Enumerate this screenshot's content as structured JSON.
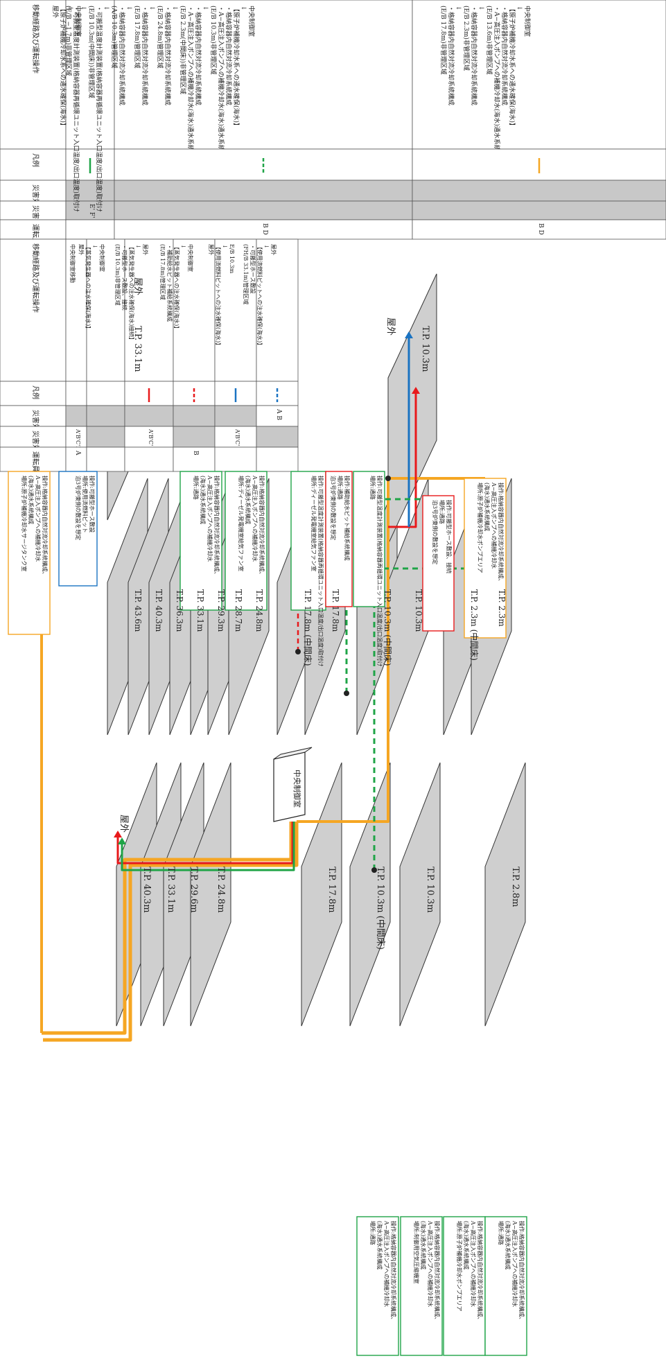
{
  "colors": {
    "red": "#e8191b",
    "green": "#1fa447",
    "blue": "#1a73c2",
    "orange": "#f5a623",
    "floor_fill": "#cfcfcf",
    "table_gray": "#c8c8c8"
  },
  "table_top_headers": {
    "ops": "移動経路及び運転操作",
    "legend": "凡例",
    "support": "災害対策要員(支援)",
    "staff": "災害対策要員",
    "operator": "運転員"
  },
  "table_top_rows": [
    {
      "ops": "中央制御室\n↓\n【原子炉補機冷却水系への通水確保(海水)】\n屋外",
      "staff": "E'\nF'\nG'",
      "operator": "",
      "arrow": "green"
    },
    {
      "ops": "中央制御室\n↓\n【原子炉補機冷却水系への通水確保(海水)】\n・格納容器内自然対流冷却系統構成\n・A−高圧注入ポンプへの補機冷却水(海水)通水系統構成\n(E/B 10.3m)非管理区域\n↓\n・格納容器内自然対流冷却系統構成\n・A−高圧注入ポンプへの補機冷却水(海水)通水系統構成\n(E/B 2.3m(中間床))非管理区域\n↓\n・格納容器内自然対流冷却系統構成\n(E/B 24.8m)管理区域\n↓\n・格納容器内自然対流冷却系統構成\n(E/B 17.8m)管理区域\n↓\n・格納容器内自然対流冷却系統構成\n(A/B 10.3m)管理区域\n↓\n・可搬型温度計測装置(格納容器再循環ユニット入口温度/出口温度)取付け\n(E/B 10.3m(中間床))非管理区域\n↓\n・可搬型温度計測装置(格納容器再循環ユニット入口温度/出口温度)取付け\n(E/B −1.7m)非管理区域",
      "staff": "",
      "operator": "B\nD",
      "arrow": "green-dash"
    },
    {
      "ops": "中央制御室\n↓\n【原子炉補機冷却水系への通水確保(海水)】\n・格納容器内自然対流冷却系統構成\n・A−高圧注入ポンプへの補機冷却水(海水)通水系統構成\n(E/B 13.6m)非管理区域\n↓\n・格納容器内自然対流冷却系統構成\n(E/B 2.3m)非管理区域\n↓\n・格納容器内自然対流冷却系統構成\n(E/B 17.8m)非管理区域",
      "staff": "",
      "operator": "B\nD",
      "arrow": "orange"
    }
  ],
  "table_bottom_headers": {
    "ops": "移動経路及び運転操作",
    "legend": "凡例",
    "support": "災害対策要員(支援)",
    "staff": "災害対策要員",
    "operator": "運転員"
  },
  "table_bottom_rows": [
    {
      "ops": "中央制御室移動",
      "operator": "A",
      "staff": "A'\nB'\nC'\nD'\nE'\nF'\nG'",
      "arrow": ""
    },
    {
      "ops": "中央制御室\n↓\n【蒸気発生器への注水確保(海水)】\n屋外",
      "operator": "",
      "staff": "",
      "arrow": ""
    },
    {
      "ops": "屋外\n↓\n【蒸気発生器への注水確保(海水)接続】\n・可搬型ホース敷設、接続\n(E/B 10.3m)非管理区域",
      "operator": "",
      "staff": "A'\nB'\nC'",
      "arrow": "red"
    },
    {
      "ops": "中央制御室\n↓\n【蒸気発生器への注水確保(海水)】\n・補助給水ピット補給系統構成\n(E/B 17.8m)管理区域",
      "operator": "B",
      "staff": "",
      "arrow": "red-dash"
    },
    {
      "ops": "E/B 10.3m\n↓\n【使用済燃料ピットへの注水確保(海水)】\n屋外",
      "operator": "",
      "staff": "A'\nB'\nC'",
      "arrow": "blue"
    },
    {
      "ops": "屋外\n↓\n【使用済燃料ピットへの注水確保(海水)】\n・可搬型ホース敷設\n(FH/B 33.1m)管理区域",
      "operator": "",
      "staff": "",
      "support": "A\nB",
      "arrow": "blue-dash"
    }
  ],
  "floors_left": [
    "T.P. 40.3m",
    "T.P. 33.1m",
    "T.P. 29.6m",
    "T.P. 24.8m",
    "T.P. 17.8m",
    "T.P. 10.3m (中間床)",
    "T.P. 10.3m",
    "T.P. 2.8m"
  ],
  "floors_mid": [
    "T.P. 43.6m",
    "T.P. 40.3m",
    "T.P. 36.3m",
    "T.P. 33.1m",
    "T.P. 29.3m",
    "T.P. 28.7m",
    "T.P. 24.8m",
    "T.P. 17.8m (中間床)",
    "T.P. 17.8m",
    "T.P. 10.3m (中間床)",
    "T.P. 10.3m",
    "T.P. 2.3m (中間床)",
    "T.P. 2.3m"
  ],
  "floor_right": "T.P. 10.3m",
  "floor_fhb": "T.P. 33.1m",
  "outdoor_labels": {
    "left": "屋外",
    "top": "屋外",
    "right": "屋外"
  },
  "central_room": "中央制御室",
  "callouts": [
    {
      "text": "操作:格納容器内自然対流冷却系統構成、\nA−高圧注入ポンプへの補機冷却水\n(海水)通水系統構成\n場所:原子炉補機冷却水サージタンク室"
    },
    {
      "text": "操作:可搬型ホース敷設\n場所:使用済燃料ピット\n泊3号炉東側の敷設を想定"
    },
    {
      "text": "操作:格納容器内自然対流冷却系統構成、\nA−高圧注入ポンプへの補機冷却水\n(海水)通水系統構成\n場所:通路"
    },
    {
      "text": "操作:格納容器内自然対流冷却系統構成、\nA−高圧注入ポンプへの補機冷却水\n(海水)通水系統構成\n場所:ディーゼル発電機室給気ファン室"
    },
    {
      "text": "操作:可搬型温度計測装置(格納容器再循環ユニット入口温度/出口温度)取付け\n場所:ディーゼル発電機室給気ファン室"
    },
    {
      "text": "操作:補助給水ピット補給系統構成\n場所:通路\n泊3号炉東側の敷設を想定"
    },
    {
      "text": "操作:可搬型温度計測装置(格納容器再循環ユニット入口温度/出口温度)取付け\n場所:通路"
    },
    {
      "text": "操作:可搬型ホース敷設、接続\n場所:通路\n泊3号炉東側の敷設を想定"
    },
    {
      "text": "操作:格納容器内自然対流冷却系統構成、\nA−高圧注入ポンプへの補機冷却水\n(海水)通水系統構成\n場所:原子炉補機冷却水ポンプエリア"
    },
    {
      "text": "操作:格納容器内自然対流冷却系統構成、\nA−高圧注入ポンプへの補機冷却水\n(海水)通水系統構成\n場所:通路"
    },
    {
      "text": "操作:格納容器内自然対流冷却系統構成、\nA−高圧注入ポンプへの補機冷却水\n(海水)通水系統構成\n場所:制御用空気圧縮機室"
    },
    {
      "text": "操作:格納容器内自然対流冷却系統構成、\nA−高圧注入ポンプへの補機冷却水\n(海水)通水系統構成\n場所:原子炉補機冷却水ポンプエリア"
    },
    {
      "text": "操作:格納容器内自然対流冷却系統構成、\nA−高圧注入ポンプへの補機冷却水\n(海水)通水系統構成\n場所:通路"
    }
  ]
}
